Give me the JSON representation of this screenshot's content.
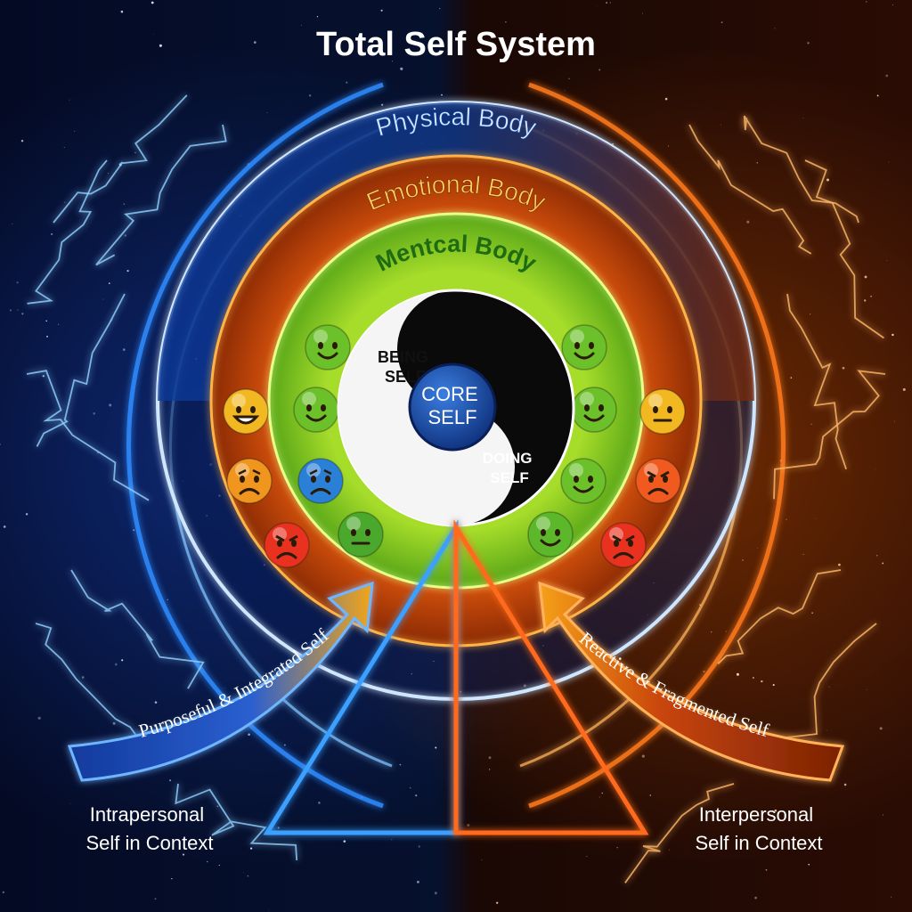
{
  "title": "Total Self System",
  "rings": {
    "physical": "Physical Body",
    "emotional": "Emotional Body",
    "mental": "Mentcal Body"
  },
  "core": {
    "being": [
      "BEING",
      "SELF"
    ],
    "core": [
      "CORE",
      "SELF"
    ],
    "doing": [
      "DOING",
      "SELF"
    ]
  },
  "arrows": {
    "left": "Purposeful & Integrated Self",
    "right": "Reactive & Fragmented Self"
  },
  "contexts": {
    "left": [
      "Intrapersonal",
      "Self in Context"
    ],
    "right": [
      "Interpersonal",
      "Self in Context"
    ]
  },
  "faces": [
    {
      "name": "happy-face-icon",
      "mood": "happy",
      "color": "#6cc02a"
    },
    {
      "name": "happy-face-icon",
      "mood": "happy",
      "color": "#6cc02a"
    },
    {
      "name": "neutral-face-icon",
      "mood": "neutral",
      "color": "#4aa82c"
    },
    {
      "name": "grin-face-icon",
      "mood": "grin",
      "color": "#f2b821"
    },
    {
      "name": "worried-face-icon",
      "mood": "worried",
      "color": "#f0961f"
    },
    {
      "name": "sad-face-icon",
      "mood": "sad",
      "color": "#2a7fd6"
    },
    {
      "name": "angry-face-icon",
      "mood": "angry",
      "color": "#e8321f"
    },
    {
      "name": "happy-face-icon",
      "mood": "happy",
      "color": "#6cc02a"
    },
    {
      "name": "happy-face-icon",
      "mood": "happy",
      "color": "#6cc02a"
    },
    {
      "name": "happy-face-icon",
      "mood": "happy",
      "color": "#6cc02a"
    },
    {
      "name": "happy-face-icon",
      "mood": "happy",
      "color": "#5cb82a"
    },
    {
      "name": "neutral-face-icon",
      "mood": "neutral",
      "color": "#f2b821"
    },
    {
      "name": "angry-face-icon",
      "mood": "angry",
      "color": "#f05a1e"
    },
    {
      "name": "angry-face-icon",
      "mood": "angry",
      "color": "#e8321f"
    }
  ],
  "colors": {
    "blue": "#2f8cff",
    "orange": "#ff7a1a",
    "green": "#7ed321",
    "core": "#1c4fa6"
  }
}
